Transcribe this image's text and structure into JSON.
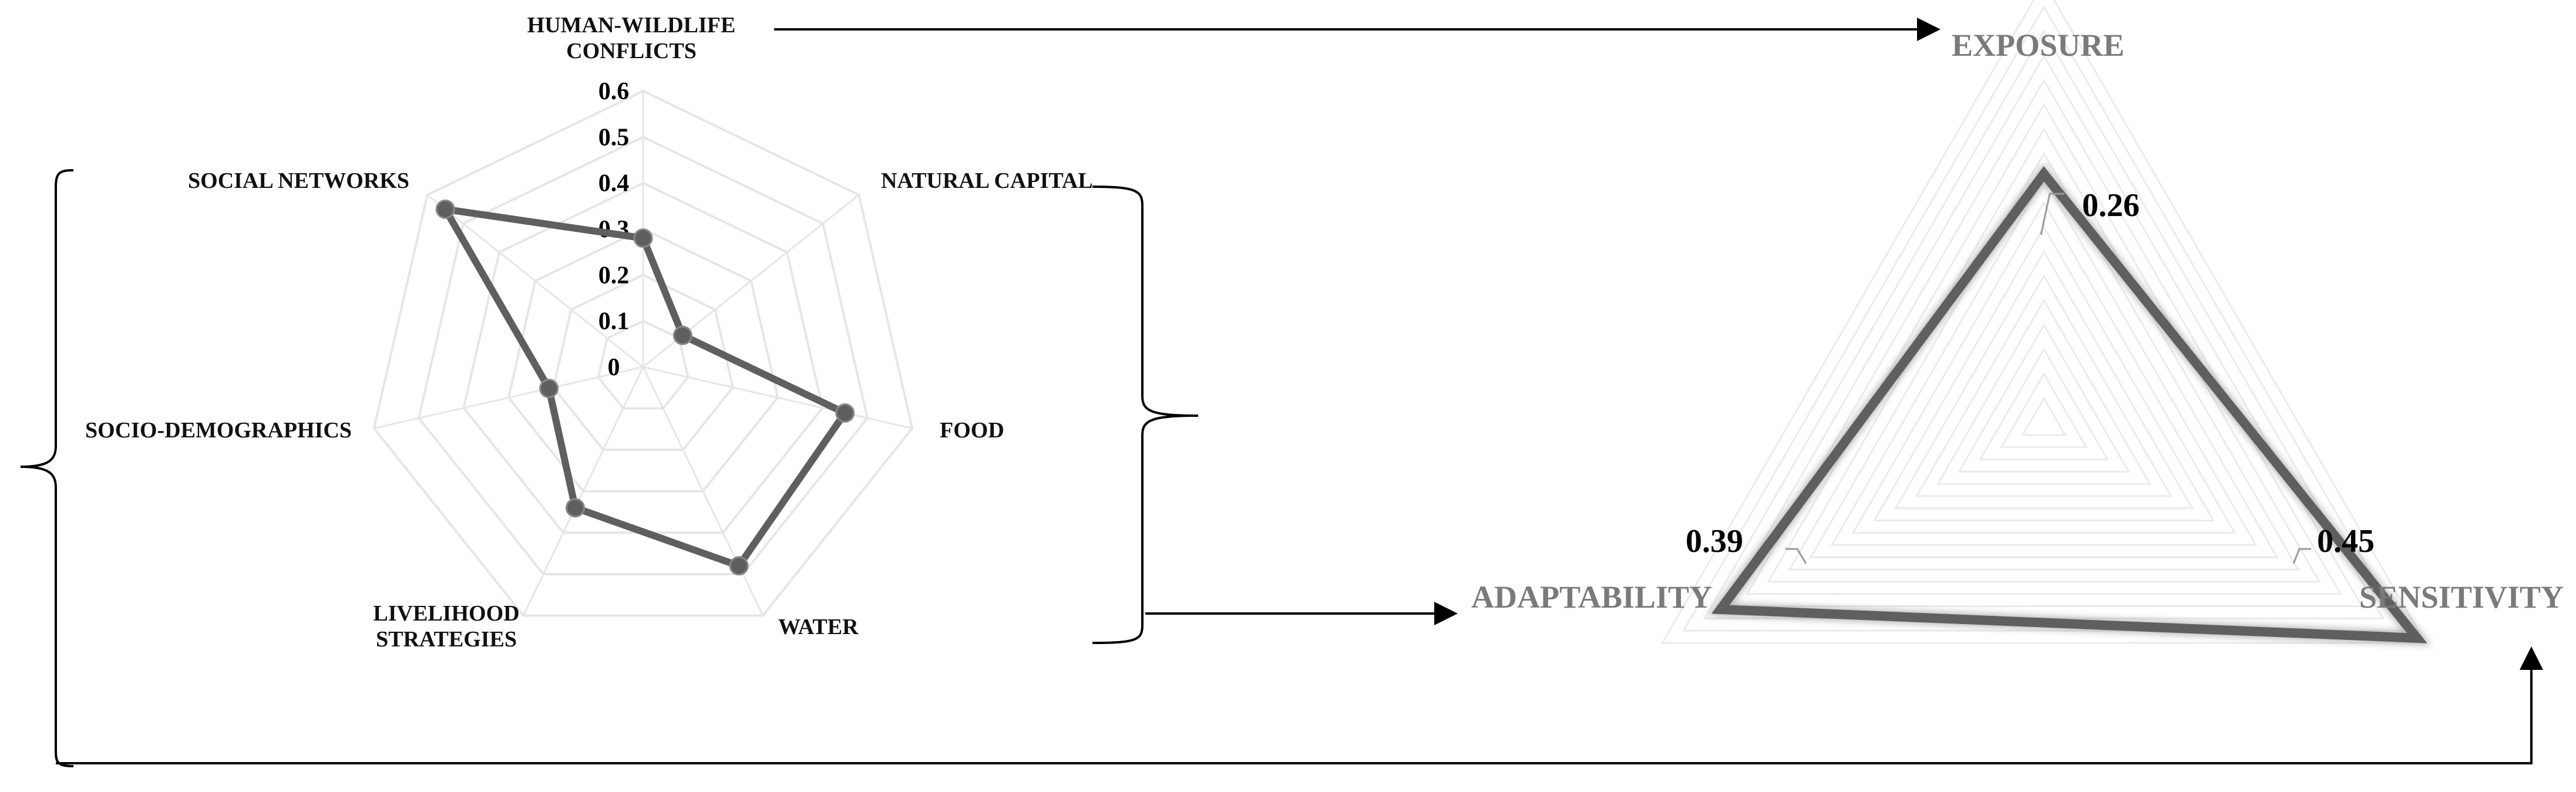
{
  "chart_data": [
    {
      "type": "radar",
      "axes": [
        "HUMAN-WILDLIFE CONFLICTS",
        "NATURAL CAPITAL",
        "FOOD",
        "WATER",
        "LIVELIHOOD STRATEGIES",
        "SOCIO-DEMOGRAPHICS",
        "SOCIAL NETWORKS"
      ],
      "axis_label_lines": [
        [
          "HUMAN-WILDLIFE",
          "CONFLICTS"
        ],
        [
          "NATURAL CAPITAL"
        ],
        [
          "FOOD"
        ],
        [
          "WATER"
        ],
        [
          "LIVELIHOOD",
          "STRATEGIES"
        ],
        [
          "SOCIO-DEMOGRAPHICS"
        ],
        [
          "SOCIAL NETWORKS"
        ]
      ],
      "values": [
        0.28,
        0.11,
        0.45,
        0.48,
        0.34,
        0.21,
        0.55
      ],
      "ticks": [
        "0",
        "0.1",
        "0.2",
        "0.3",
        "0.4",
        "0.5",
        "0.6"
      ],
      "rlim": [
        0,
        0.6
      ]
    },
    {
      "type": "radar",
      "axes": [
        "EXPOSURE",
        "SENSITIVITY",
        "ADAPTABILITY"
      ],
      "values": [
        0.26,
        0.45,
        0.39
      ],
      "value_labels": [
        "0.26",
        "0.45",
        "0.39"
      ],
      "rlim": [
        0,
        0.46
      ]
    }
  ],
  "colors": {
    "series": "#5f5f5f",
    "grid": "#e6e6e6",
    "arrow": "#000000",
    "big_label": "#7a7a7a"
  }
}
